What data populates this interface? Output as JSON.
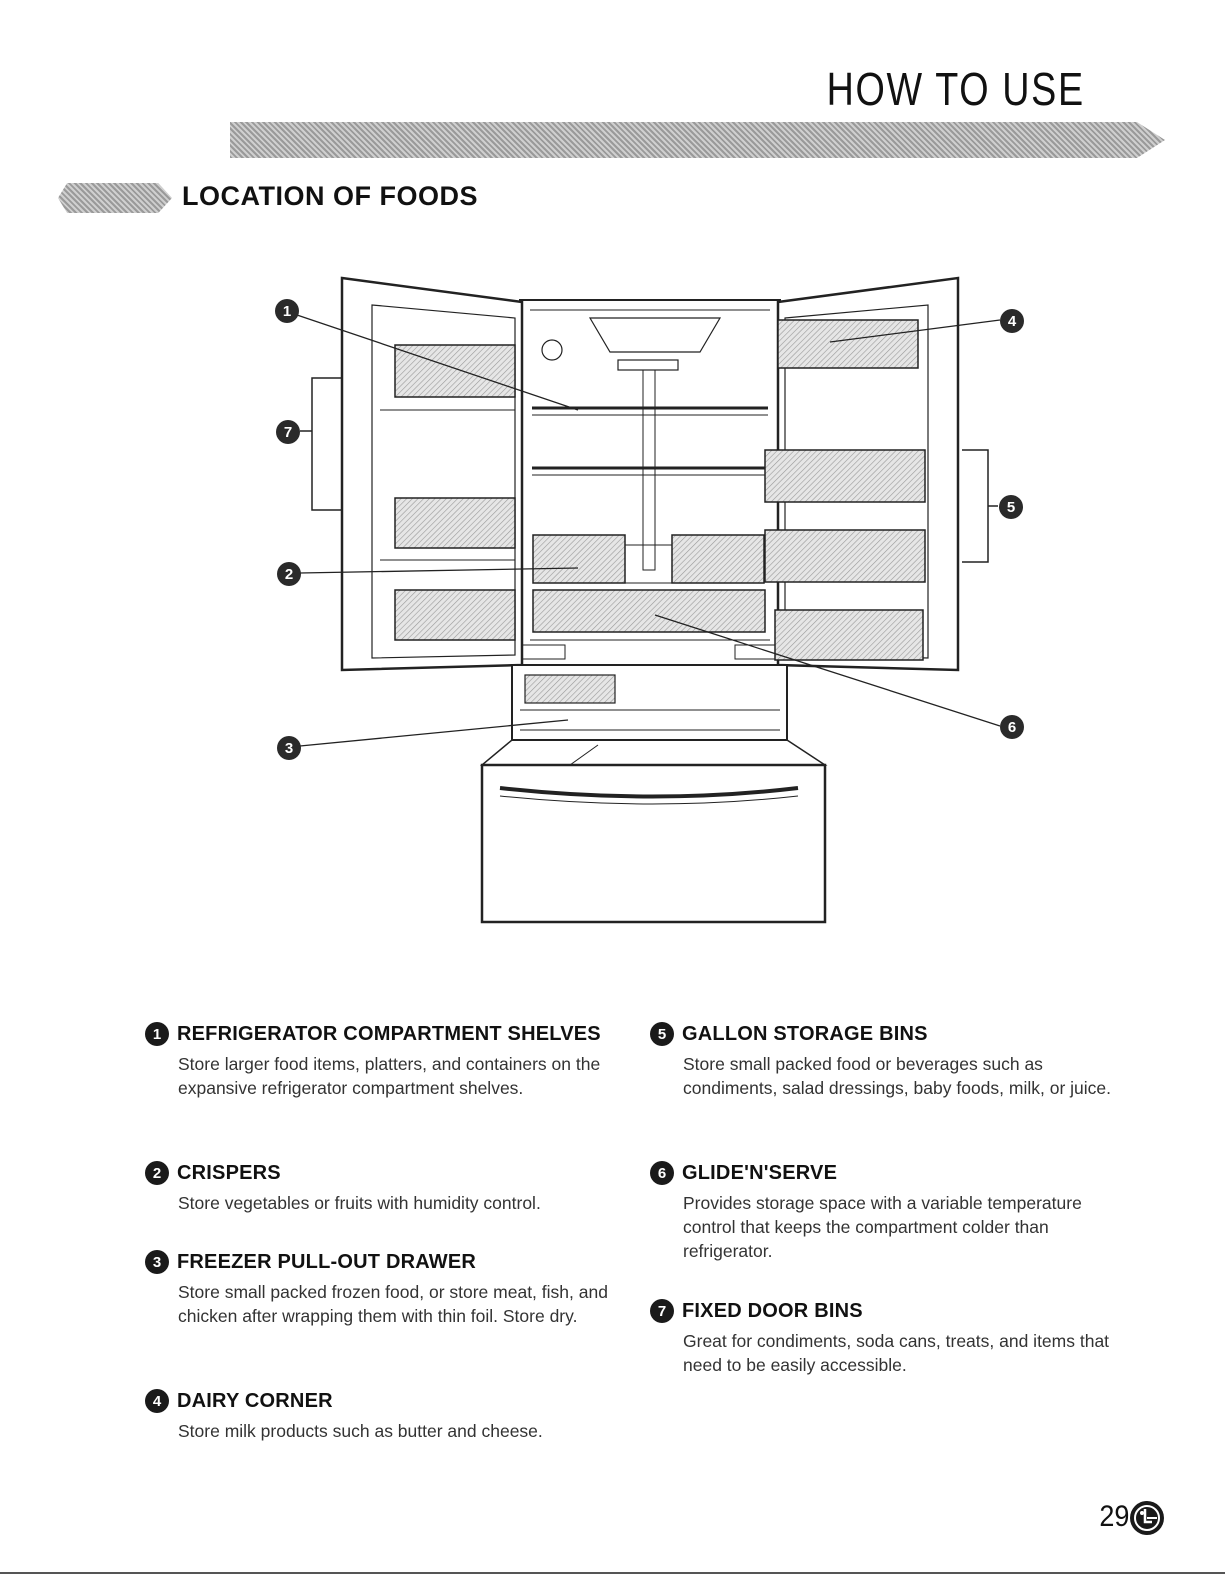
{
  "header": {
    "title": "HOW TO USE"
  },
  "section": {
    "title": "LOCATION OF FOODS"
  },
  "callouts": [
    "1",
    "2",
    "3",
    "4",
    "5",
    "6",
    "7"
  ],
  "items": [
    {
      "num": "1",
      "title": "REFRIGERATOR COMPARTMENT SHELVES",
      "desc": "Store larger food items, platters, and containers on the expansive refrigerator compartment shelves."
    },
    {
      "num": "2",
      "title": "CRISPERS",
      "desc": "Store vegetables or fruits with humidity control."
    },
    {
      "num": "3",
      "title": "FREEZER PULL-OUT DRAWER",
      "desc": "Store small packed frozen food, or store meat, fish, and chicken after wrapping them with thin foil. Store dry."
    },
    {
      "num": "4",
      "title": "DAIRY CORNER",
      "desc": "Store milk products such as butter and cheese."
    },
    {
      "num": "5",
      "title": "GALLON STORAGE BINS",
      "desc": "Store small packed food or beverages such as condiments, salad dressings, baby foods, milk, or juice."
    },
    {
      "num": "6",
      "title": "GLIDE'N'SERVE",
      "desc": "Provides storage space with a variable temperature control that keeps the compartment colder than refrigerator."
    },
    {
      "num": "7",
      "title": "FIXED DOOR BINS",
      "desc": "Great for condiments, soda cans, treats, and items that need to be easily accessible."
    }
  ],
  "footer": {
    "page_number": "29",
    "logo": "lg-logo"
  }
}
